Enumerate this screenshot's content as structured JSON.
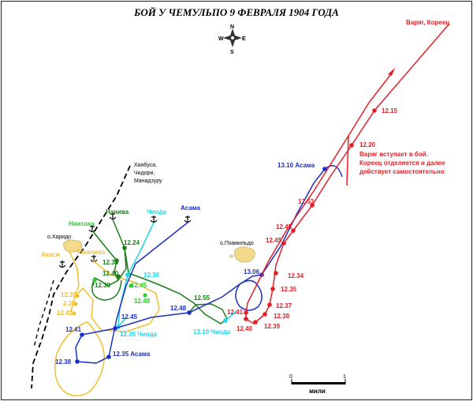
{
  "title": "БОЙ У ЧЕМУЛЬПО 9 ФЕВРАЛЯ 1904 ГОДА",
  "compass": {
    "n": "N",
    "s": "S",
    "w": "W",
    "e": "E"
  },
  "scale": {
    "zero": "0",
    "one": "1",
    "unit": "мили"
  },
  "islands": {
    "harido": "о.Харидо",
    "pkhamildo": "о.Пхамильдо"
  },
  "japan_reserve": {
    "line1": "Хаябуса,",
    "line2": "Чидори,",
    "line3": "Манадзуру"
  },
  "ships": {
    "varyag_koreets": "Варяг, Кореец",
    "naniva": "Нанива",
    "chioda": "Чиода",
    "asama": "Асама",
    "niitaka": "Ниитака",
    "akasi": "Акаси",
    "takatiho": "Такачихо"
  },
  "red_times": {
    "t1215": "12.15",
    "t1220": "12.20",
    "t1253": "12.53",
    "t1248": "12.48",
    "t1245": "12.45",
    "t1234": "12.34",
    "t1235": "12.35",
    "t1237": "12.37",
    "t1238": "12.38",
    "t1239": "12.39",
    "t1240": "12.40",
    "t1241": "12.41"
  },
  "red_note": {
    "line1": "Варяг вступает в бой.",
    "line2": "Кореец отделяется и далее",
    "line3": "действует самостоятельно"
  },
  "blue_times": {
    "asama1310": "13.10 Асама",
    "t1306": "13.06",
    "t1248": "12.48",
    "t1245": "12.45",
    "t1241": "12.41",
    "t1238": "12.38",
    "asama1235": "12.35 Асама"
  },
  "green_times": {
    "t1224": "12.24",
    "t1234": "12.34",
    "t1240": "12.40",
    "t1239": "12.39",
    "t1255": "12.55"
  },
  "lgreen_times": {
    "t1245": "12.45",
    "t1248": "12.48"
  },
  "cyan_times": {
    "t1230": "12.30",
    "chioda1235": "12.35 Чиода",
    "chioda1310": "13.10 Чиода"
  },
  "yellow_times": {
    "t1235": "12.35",
    "t1239": "2.39",
    "t1242": "12.42"
  },
  "colors": {
    "red": "#e41e26",
    "blue": "#1c2fc4",
    "green": "#1a7d1a",
    "lgreen": "#36c836",
    "cyan": "#1fd4e8",
    "yellow": "#f0c030",
    "island": "#f3d98a"
  }
}
